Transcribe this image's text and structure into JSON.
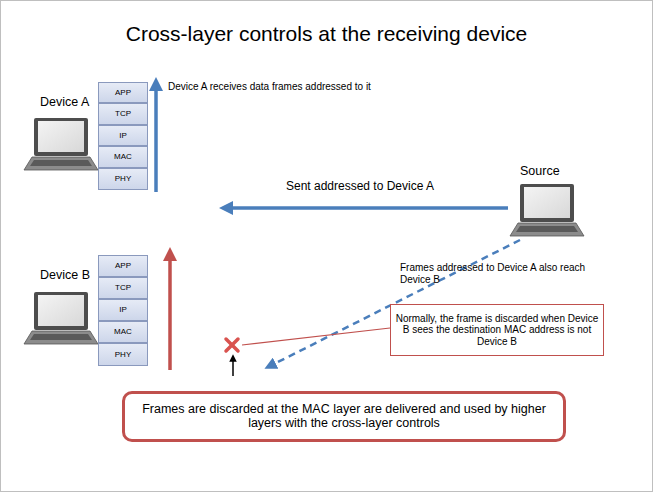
{
  "diagram": {
    "title": "Cross-layer controls at the receiving device",
    "nodes": [
      {
        "text": [
          "APP"
        ]
      },
      {
        "text": [
          "TCP"
        ]
      },
      {
        "text": [
          "IP"
        ]
      },
      {
        "text": [
          "MAC"
        ]
      },
      {
        "text": [
          "PHY"
        ]
      },
      {
        "text": [
          "APP"
        ]
      },
      {
        "text": [
          "TCP"
        ]
      },
      {
        "text": [
          "IP"
        ]
      },
      {
        "text": [
          "MAC"
        ]
      },
      {
        "text": [
          "PHY"
        ]
      },
      {
        "text": [
          "Normally, the frame is discarded when Device B sees the destination MAC address is not Device B"
        ]
      },
      {
        "text": [
          "Frames are discarded at the MAC layer are delivered and used by higher layers with the cross-layer controls"
        ]
      }
    ],
    "labels": [
      "Device A",
      "Device A receives data frames addressed to it",
      "Source",
      "Sent addressed to Device A",
      "Device B",
      "Frames addressed to Device A also reach Device B"
    ]
  }
}
